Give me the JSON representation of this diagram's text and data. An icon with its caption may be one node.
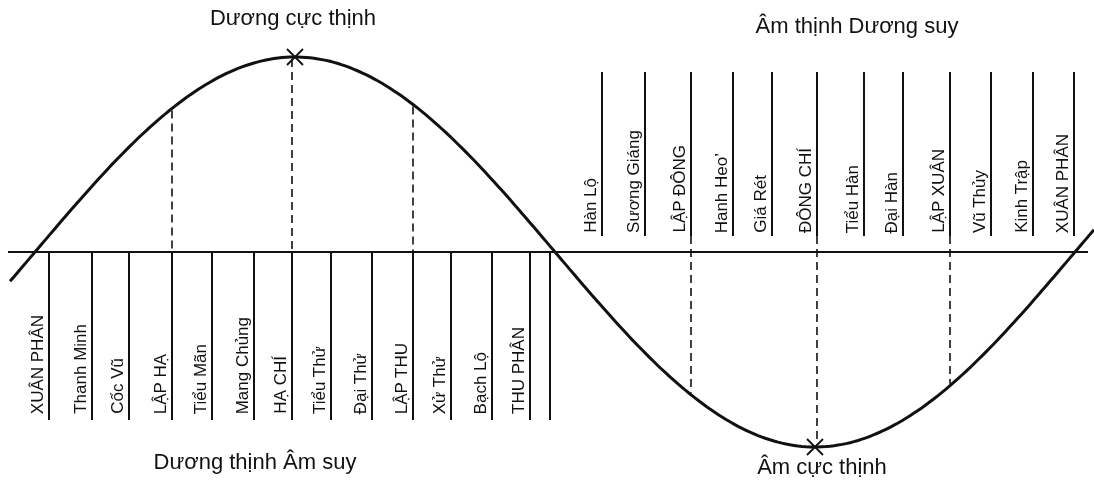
{
  "diagram": {
    "labels": [
      "Dương cực thịnh",
      "Âm thịnh Dương suy",
      "Hàn Lộ",
      "Sương Giáng",
      "LẬP ĐÔNG",
      "Hanh Heo’",
      "Giá Rét",
      "ĐÔNG CHÍ",
      "Tiểu Hàn",
      "Đại Hàn",
      "LẬP XUÂN",
      "Vũ Thủy",
      "Kinh Trập",
      "XUÂN PHÂN",
      "XUÂN PHÂN",
      "Thanh Minh",
      "Cốc Vũ",
      "LẬP HẠ",
      "Tiểu Mãn",
      "Mang Chủng",
      "HẠ CHÍ",
      "Tiểu Thử",
      "Đại Thử",
      "LẬP THU",
      "Xử Thử",
      "Bạch Lộ",
      "THU PHÂN",
      "Dương thịnh Âm suy",
      "Âm cực thịnh"
    ]
  }
}
